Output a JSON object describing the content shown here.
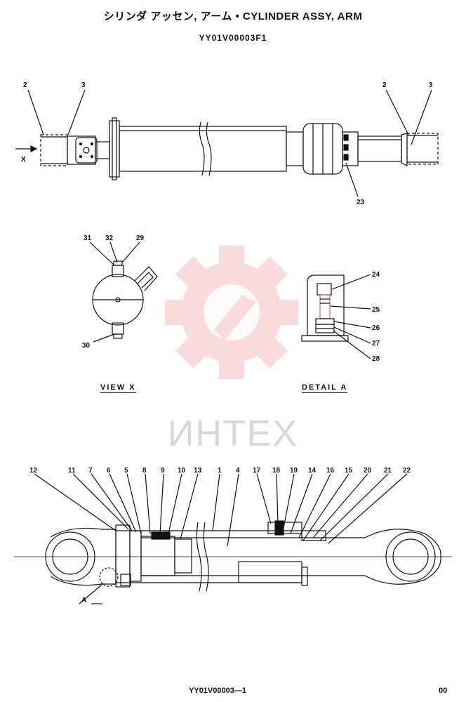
{
  "header": {
    "title": "シリンダ アッセン, アーム  •  CYLINDER ASSY, ARM",
    "drawing_number": "YY01V00003F1"
  },
  "views": {
    "view_x_caption": "VIEW  X",
    "detail_a_caption": "DETAIL  A"
  },
  "watermark": {
    "text": "ИНТЕХ",
    "color": "#f08080"
  },
  "callouts": {
    "top_left": [
      "2",
      "3"
    ],
    "top_right": [
      "2",
      "3"
    ],
    "top_bottom": "23",
    "x_arrow": "X",
    "view_x": [
      "31",
      "32",
      "29",
      "30"
    ],
    "detail_a": [
      "24",
      "25",
      "26",
      "27",
      "28"
    ],
    "bottom": [
      "12",
      "11",
      "7",
      "6",
      "5",
      "8",
      "9",
      "10",
      "13",
      "1",
      "4",
      "17",
      "18",
      "19",
      "14",
      "16",
      "15",
      "20",
      "21",
      "22"
    ],
    "bottom_a": "A"
  },
  "footer": {
    "code": "YY01V00003—1",
    "revision": "00"
  }
}
